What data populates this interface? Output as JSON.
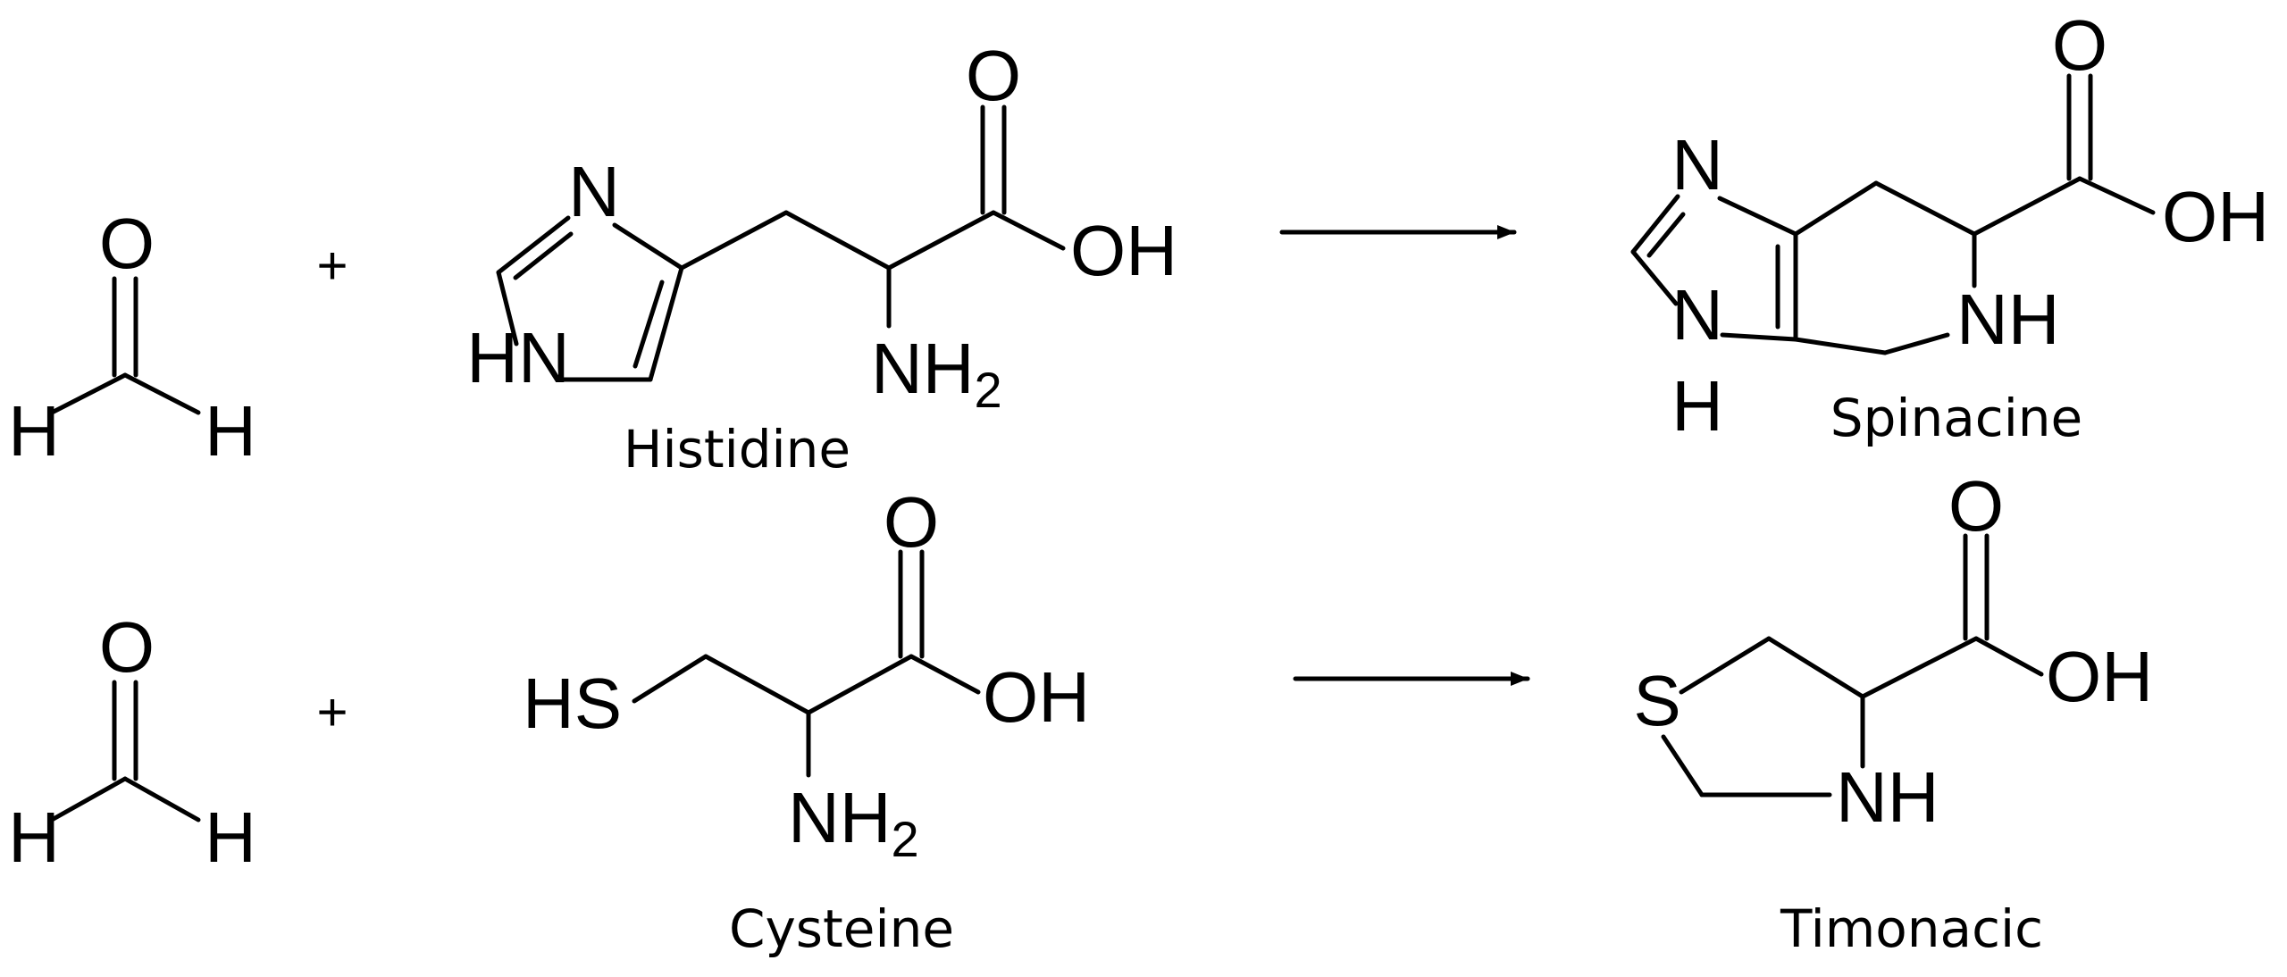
{
  "operators": {
    "plus": "+"
  },
  "atoms": {
    "O": "O",
    "H": "H",
    "N": "N",
    "HN": "HN",
    "OH": "OH",
    "NH": "NH",
    "NH2_main": "NH",
    "NH2_sub": "2",
    "HS": "HS",
    "S": "S"
  },
  "reactions": [
    {
      "reactant_a": "Formaldehyde",
      "reactant_b_label": "Histidine",
      "product_label": "Spinacine"
    },
    {
      "reactant_a": "Formaldehyde",
      "reactant_b_label": "Cysteine",
      "product_label": "Timonacic"
    }
  ]
}
